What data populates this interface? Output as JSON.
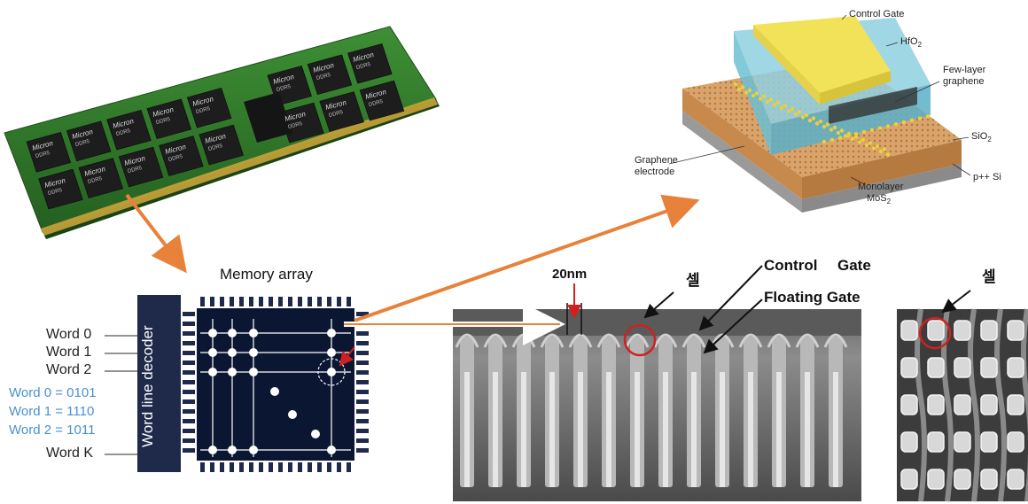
{
  "ram": {
    "brand": "Micron",
    "chip_label": "DDR5"
  },
  "memory_array": {
    "title": "Memory array",
    "decoder": "Word line decoder",
    "words": [
      "Word 0",
      "Word 1",
      "Word 2",
      "Word K"
    ],
    "values": [
      "Word 0 = 0101",
      "Word 1 = 1110",
      "Word 2 = 1011"
    ]
  },
  "device": {
    "control_gate": "Control Gate",
    "hfo2": "HfO",
    "hfo2_sub": "2",
    "few_layer": "Few-layer",
    "graphene": "graphene",
    "sio2": "SiO",
    "sio2_sub": "2",
    "psi": "p++ Si",
    "graphene_electrode_1": "Graphene",
    "graphene_electrode_2": "electrode",
    "monolayer": "Monolayer",
    "mos2": "MoS",
    "mos2_sub": "2"
  },
  "sem": {
    "scale": "20nm",
    "cell": "셀",
    "control_gate": "Control",
    "control_gate_2": "Gate",
    "floating_gate": "Floating Gate",
    "cell_right": "셀"
  },
  "colors": {
    "arrow": "#e8823a",
    "pcb": "#2f7a2a",
    "chip": "#1d1d1d",
    "decoder": "#1f2a4a",
    "array": "#0b1633",
    "highlight": "#e03030"
  }
}
